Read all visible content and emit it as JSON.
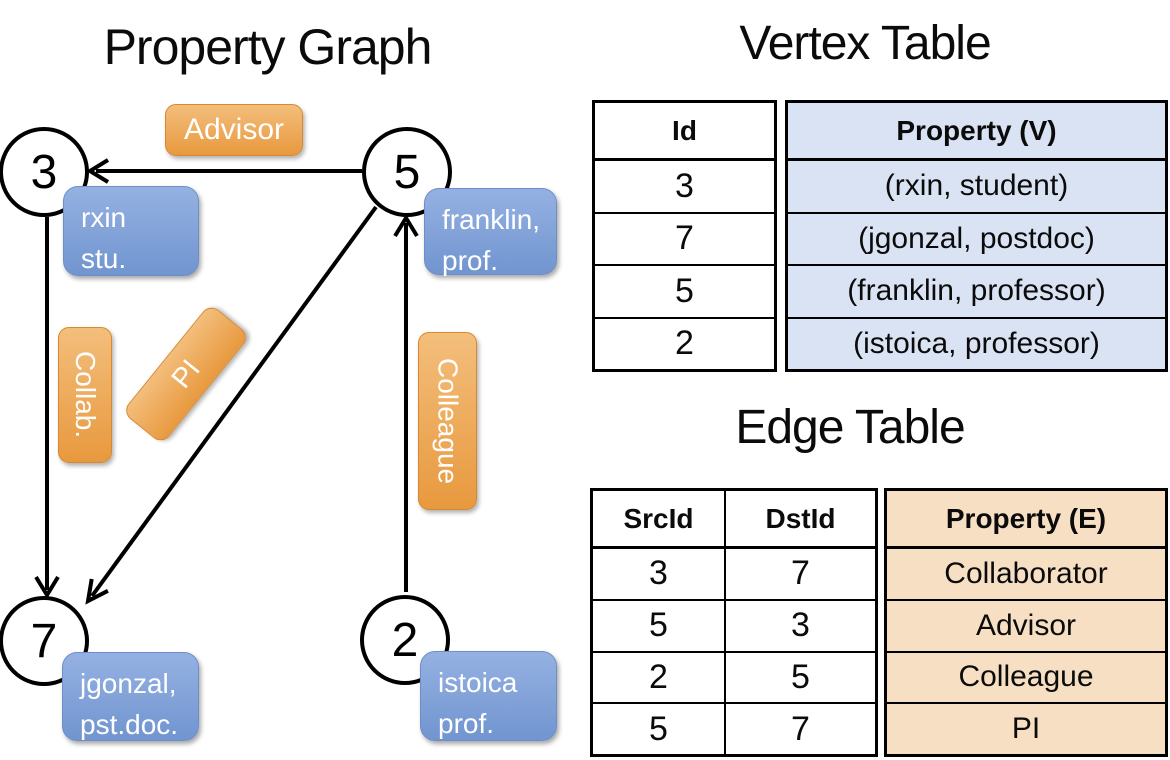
{
  "graph": {
    "title": "Property Graph",
    "nodes": {
      "n3": {
        "id": "3",
        "property": "rxin\nstu."
      },
      "n5": {
        "id": "5",
        "property": "franklin,\nprof."
      },
      "n7": {
        "id": "7",
        "property": "jgonzal,\npst.doc."
      },
      "n2": {
        "id": "2",
        "property": "istoica\nprof."
      }
    },
    "edge_labels": {
      "advisor": "Advisor",
      "collab": "Collab.",
      "pi": "PI",
      "colleague": "Colleague"
    }
  },
  "vertex_table": {
    "title": "Vertex Table",
    "headers": {
      "id": "Id",
      "property": "Property (V)"
    },
    "rows": [
      {
        "id": "3",
        "property": "(rxin, student)"
      },
      {
        "id": "7",
        "property": "(jgonzal, postdoc)"
      },
      {
        "id": "5",
        "property": "(franklin, professor)"
      },
      {
        "id": "2",
        "property": "(istoica, professor)"
      }
    ]
  },
  "edge_table": {
    "title": "Edge Table",
    "headers": {
      "src": "SrcId",
      "dst": "DstId",
      "property": "Property (E)"
    },
    "rows": [
      {
        "src": "3",
        "dst": "7",
        "property": "Collaborator"
      },
      {
        "src": "5",
        "dst": "3",
        "property": "Advisor"
      },
      {
        "src": "2",
        "dst": "5",
        "property": "Colleague"
      },
      {
        "src": "5",
        "dst": "7",
        "property": "PI"
      }
    ]
  },
  "colors": {
    "edge_label_top": "#F3BE7C",
    "edge_label_bottom": "#E8993E",
    "edge_label_border": "#D8882E",
    "property_box_top": "#95B1E2",
    "property_box_bottom": "#7195D0",
    "property_box_border": "#6E8EC8",
    "vertex_cell_bg": "#DAE3F3",
    "edge_cell_bg": "#F6DFC3",
    "line": "#000000"
  }
}
